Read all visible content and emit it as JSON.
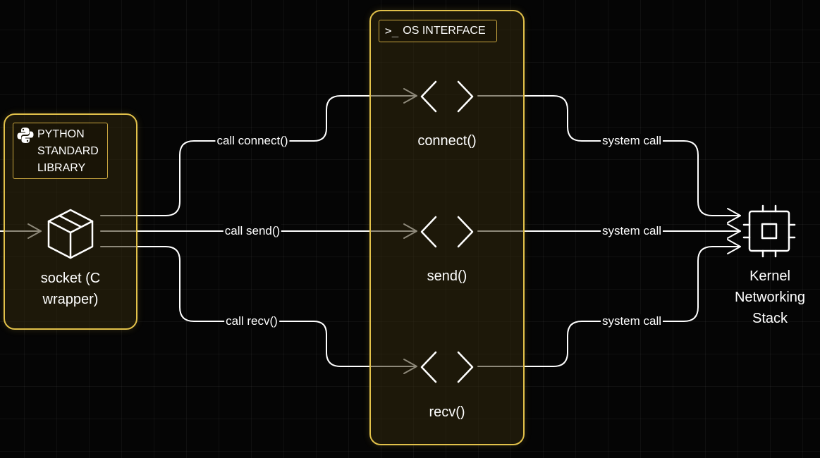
{
  "groups": {
    "python_stdlib": {
      "title": "PYTHON STANDARD LIBRARY",
      "title_lines": [
        "PYTHON",
        "STANDARD",
        "LIBRARY"
      ],
      "icon": "python-logo-icon"
    },
    "os_interface": {
      "title": "OS INTERFACE",
      "prompt_glyph": ">_",
      "icon": "terminal-icon"
    }
  },
  "nodes": {
    "socket": {
      "label_lines": [
        "socket (C",
        "wrapper)"
      ],
      "icon": "package-box-icon"
    },
    "connect": {
      "label": "connect()",
      "icon": "code-brackets-icon"
    },
    "send": {
      "label": "send()",
      "icon": "code-brackets-icon"
    },
    "recv": {
      "label": "recv()",
      "icon": "code-brackets-icon"
    },
    "kernel": {
      "label_lines": [
        "Kernel",
        "Networking",
        "Stack"
      ],
      "icon": "cpu-chip-icon"
    }
  },
  "edges": {
    "call_connect": "call connect()",
    "call_send": "call send()",
    "call_recv": "call recv()",
    "syscall_connect": "system call",
    "syscall_send": "system call",
    "syscall_recv": "system call"
  },
  "colors": {
    "background": "#050505",
    "accent_border": "#e2c14a",
    "line": "#ffffff",
    "text": "#ffffff"
  }
}
